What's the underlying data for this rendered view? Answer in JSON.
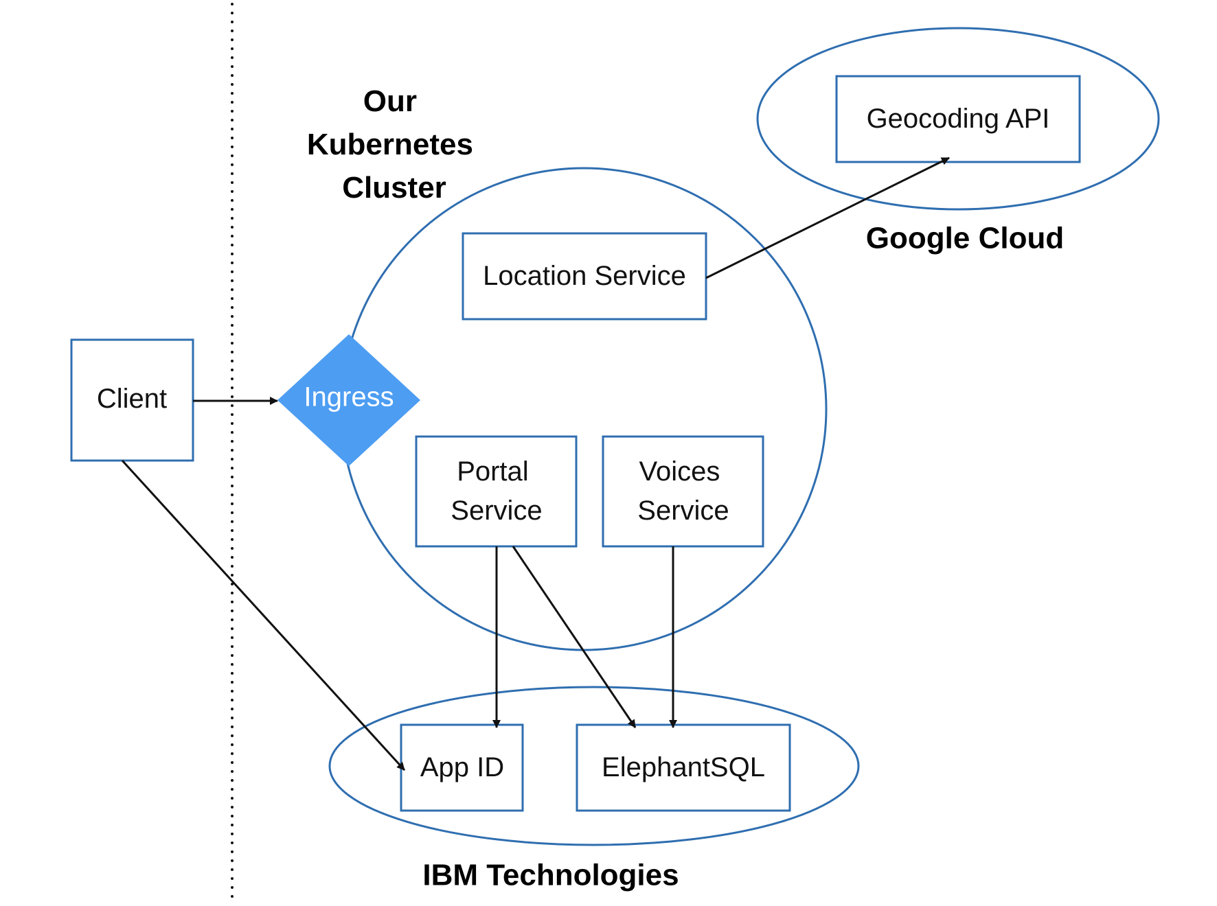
{
  "colors": {
    "outline": "#2f6eb0",
    "ingress_fill": "#4d9df2",
    "arrow": "#111111",
    "background": "#ffffff"
  },
  "groups": {
    "cluster": {
      "lines": [
        "Our",
        "Kubernetes",
        "Cluster"
      ]
    },
    "google": {
      "label": "Google Cloud"
    },
    "ibm": {
      "label": "IBM Technologies"
    }
  },
  "nodes": {
    "client": {
      "lines": [
        "Client"
      ]
    },
    "ingress": {
      "label": "Ingress"
    },
    "location": {
      "lines": [
        "Location Service"
      ]
    },
    "portal": {
      "lines": [
        "Portal",
        "Service"
      ]
    },
    "voices": {
      "lines": [
        "Voices",
        "Service"
      ]
    },
    "geocoding": {
      "lines": [
        "Geocoding API"
      ]
    },
    "appid": {
      "lines": [
        "App ID"
      ]
    },
    "elephant": {
      "lines": [
        "ElephantSQL"
      ]
    }
  },
  "edges": [
    {
      "from": "client",
      "to": "ingress"
    },
    {
      "from": "client",
      "to": "appid"
    },
    {
      "from": "location",
      "to": "geocoding"
    },
    {
      "from": "portal",
      "to": "appid"
    },
    {
      "from": "portal",
      "to": "elephant"
    },
    {
      "from": "voices",
      "to": "elephant"
    }
  ]
}
